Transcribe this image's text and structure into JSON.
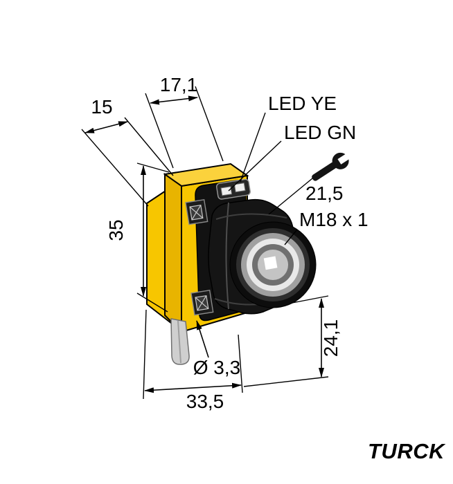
{
  "drawing": {
    "brand": "TURCK",
    "labels": {
      "top_width": "17,1",
      "flange_width": "15",
      "led_yellow": "LED YE",
      "led_green": "LED GN",
      "wrench_size": "21,5",
      "thread": "M18 x 1",
      "body_height": "35",
      "lens_center_height": "24,1",
      "hole_diameter": "Ø 3,3",
      "bottom_width": "33,5"
    },
    "icons": {
      "wrench": "open-end-wrench"
    },
    "colors": {
      "housing_yellow": "#F7C600",
      "housing_yellow_dark": "#E8B400",
      "housing_yellow_light": "#FBD23C",
      "hardware_black": "#121212",
      "cable_gray": "#CFCFCF",
      "line_black": "#000000",
      "background": "#FFFFFF"
    }
  }
}
